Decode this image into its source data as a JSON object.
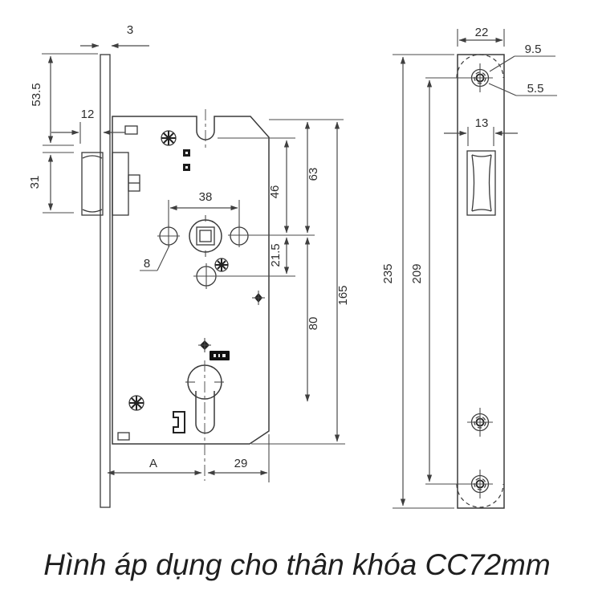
{
  "caption": "Hình áp dụng cho thân khóa CC72mm",
  "colors": {
    "line": "#3a3a3a",
    "dim": "#4a4a4a",
    "text": "#2e2e2e",
    "background": "#ffffff"
  },
  "left_view": {
    "name": "lock body front view",
    "dimensions": {
      "faceplate_thickness": "3",
      "top_to_latch": "53.5",
      "latch_height": "31",
      "latch_projection": "12",
      "handle_hole_spacing": "38",
      "hole_diameter_leader": "8",
      "notch_to_spindle": "46",
      "top_to_spindle": "63",
      "spindle_to_lower_hole": "21.5",
      "spindle_to_cylinder": "80",
      "body_height": "165",
      "backset": "A",
      "spindle_to_edge": "29"
    }
  },
  "right_view": {
    "name": "faceplate side view",
    "dimensions": {
      "faceplate_width": "22",
      "screw_head_diameter": "9.5",
      "screw_hole_diameter": "5.5",
      "latch_cutout_width": "13",
      "faceplate_height": "235",
      "screw_hole_spacing": "209"
    }
  }
}
